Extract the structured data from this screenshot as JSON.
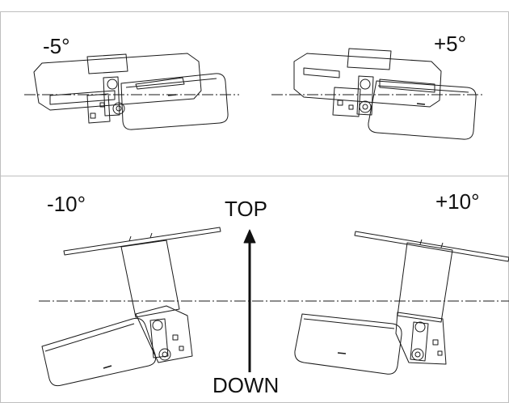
{
  "labels": {
    "top_left_angle": "-5°",
    "top_right_angle": "+5°",
    "bottom_left_angle": "-10°",
    "bottom_right_angle": "+10°",
    "direction_top": "TOP",
    "direction_down": "DOWN"
  },
  "colors": {
    "line": "#1a1a1a",
    "frame": "#bfbfbf",
    "background": "#ffffff"
  }
}
